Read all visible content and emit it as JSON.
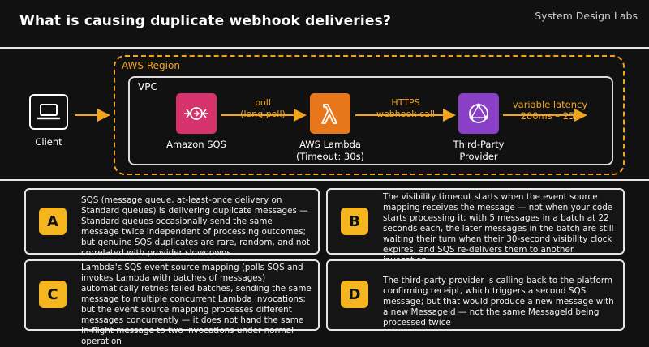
{
  "header": {
    "title": "What is causing duplicate webhook deliveries?",
    "brand": "System Design Labs"
  },
  "diagram": {
    "region_label": "AWS Region",
    "vpc_label": "VPC",
    "client": {
      "label": "Client",
      "icon": "laptop-icon"
    },
    "nodes": [
      {
        "label_line1": "Amazon SQS",
        "label_line2": "",
        "color": "#d6336c",
        "icon": "sqs-icon"
      },
      {
        "label_line1": "AWS Lambda",
        "label_line2": "(Timeout: 30s)",
        "color": "#e8771b",
        "icon": "lambda-icon"
      },
      {
        "label_line1": "Third-Party",
        "label_line2": "Provider",
        "color": "#8a3fc7",
        "icon": "network-icon"
      }
    ],
    "edges": [
      {
        "line1": "poll",
        "line2": "(long poll)"
      },
      {
        "line1": "HTTPS",
        "line2": "webhook call"
      },
      {
        "line1": "variable latency",
        "line2": "200ms – 25s"
      }
    ],
    "accent": "#f2a51c"
  },
  "options": [
    {
      "letter": "A",
      "text": "SQS (message queue, at-least-once delivery on Standard queues) is delivering duplicate messages — Standard queues occasionally send the same message twice independent of processing outcomes; but genuine SQS duplicates are rare, random, and not correlated with provider slowdowns"
    },
    {
      "letter": "B",
      "text": "The visibility timeout starts when the event source mapping receives the message — not when your code starts processing it; with 5 messages in a batch at 22 seconds each, the later messages in the batch are still waiting their turn when their 30-second visibility clock expires, and SQS re-delivers them to another invocation"
    },
    {
      "letter": "C",
      "text": "Lambda's SQS event source mapping (polls SQS and invokes Lambda with batches of messages) automatically retries failed batches, sending the same message to multiple concurrent Lambda invocations; but the event source mapping processes different messages concurrently — it does not hand the same in-flight message to two invocations under normal operation"
    },
    {
      "letter": "D",
      "text": "The third-party provider is calling back to the platform confirming receipt, which triggers a second SQS message; but that would produce a new message with a new MessageId — not the same MessageId being processed twice"
    }
  ],
  "badge_color": "#f5b51e"
}
